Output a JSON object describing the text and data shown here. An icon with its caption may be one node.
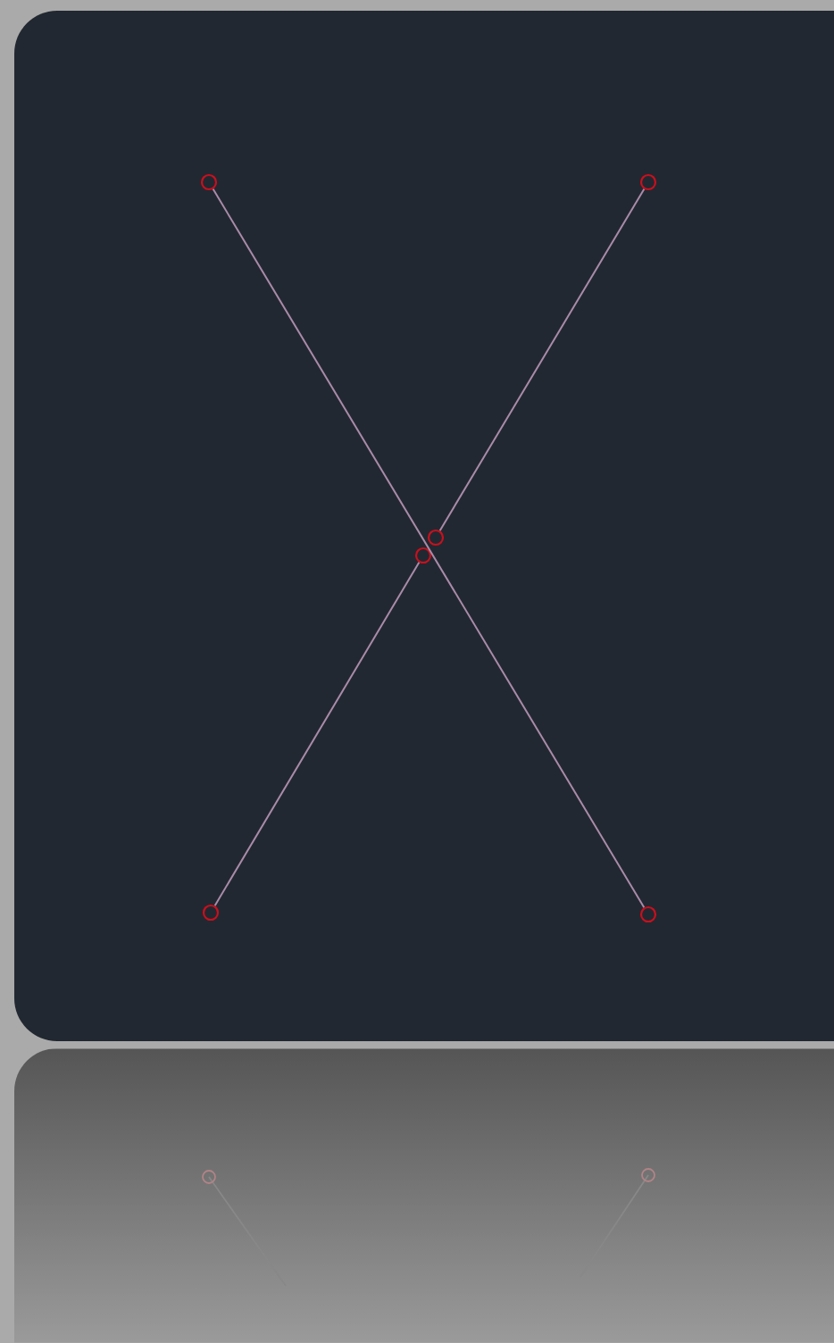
{
  "diagram": {
    "nodes": [
      {
        "text": [],
        "shape": "circle"
      },
      {
        "text": [],
        "shape": "circle"
      },
      {
        "text": [],
        "shape": "circle"
      },
      {
        "text": [],
        "shape": "circle"
      },
      {
        "text": [],
        "shape": "circle"
      },
      {
        "text": [],
        "shape": "circle"
      }
    ],
    "edges": [
      {
        "from": 0,
        "to": 5,
        "arrow": "none"
      },
      {
        "from": 1,
        "to": 2,
        "arrow": "none"
      },
      {
        "from": 3,
        "to": 4,
        "arrow": "none"
      }
    ]
  }
}
